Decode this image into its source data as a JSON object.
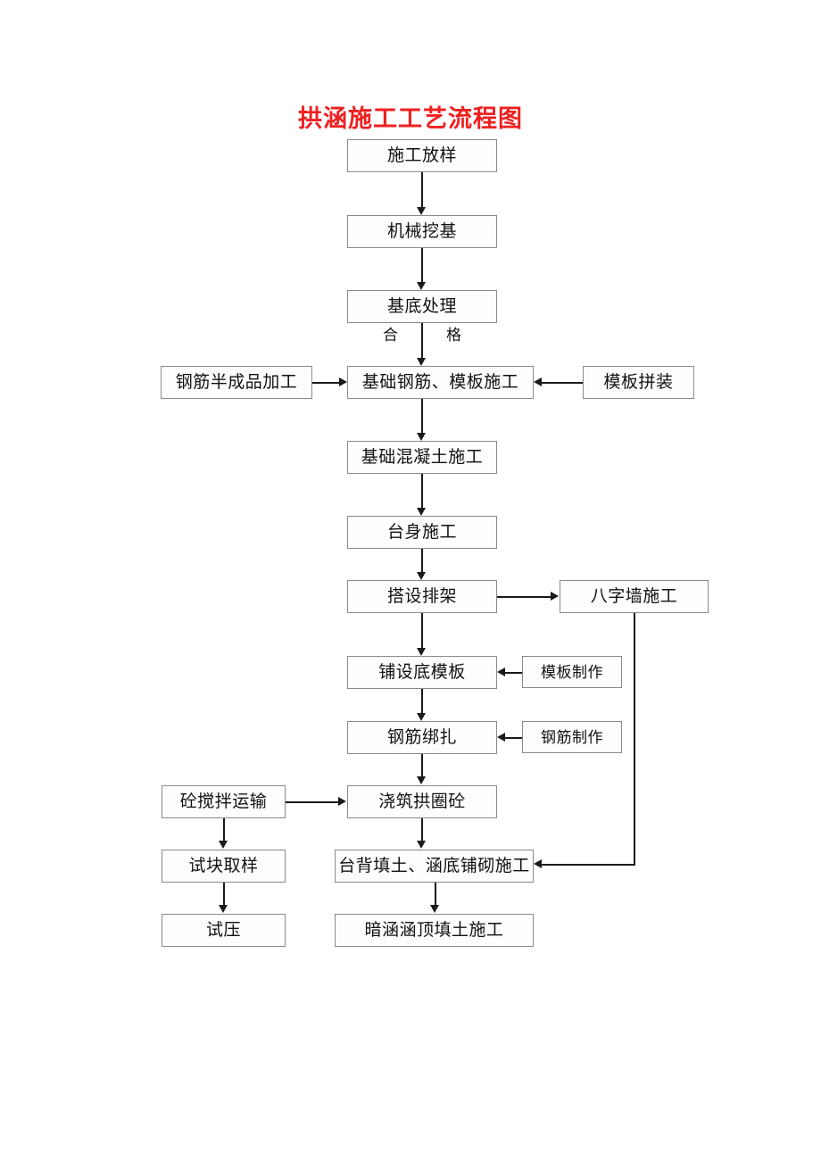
{
  "document": {
    "title": "拱涵施工工艺流程图",
    "title_color": "#ef2020"
  },
  "flowchart": {
    "nodes": [
      {
        "id": "n1",
        "label": "施工放样"
      },
      {
        "id": "n2",
        "label": "机械挖基"
      },
      {
        "id": "n3",
        "label": "基底处理"
      },
      {
        "id": "n4",
        "label": "钢筋半成品加工"
      },
      {
        "id": "n5",
        "label": "基础钢筋、模板施工"
      },
      {
        "id": "n6",
        "label": "模板拼装"
      },
      {
        "id": "n7",
        "label": "基础混凝土施工"
      },
      {
        "id": "n8",
        "label": "台身施工"
      },
      {
        "id": "n9",
        "label": "搭设排架"
      },
      {
        "id": "n10",
        "label": "八字墙施工"
      },
      {
        "id": "n11",
        "label": "铺设底模板"
      },
      {
        "id": "n12",
        "label": "模板制作"
      },
      {
        "id": "n13",
        "label": "钢筋绑扎"
      },
      {
        "id": "n14",
        "label": "钢筋制作"
      },
      {
        "id": "n15",
        "label": "砼搅拌运输"
      },
      {
        "id": "n16",
        "label": "浇筑拱圈砼"
      },
      {
        "id": "n17",
        "label": "试块取样"
      },
      {
        "id": "n18",
        "label": "台背填土、涵底铺砌施工"
      },
      {
        "id": "n19",
        "label": "试压"
      },
      {
        "id": "n20",
        "label": "暗涵涵顶填土施工"
      }
    ],
    "edge_labels": [
      {
        "id": "l1",
        "text": "合"
      },
      {
        "id": "l2",
        "text": "格"
      }
    ]
  }
}
